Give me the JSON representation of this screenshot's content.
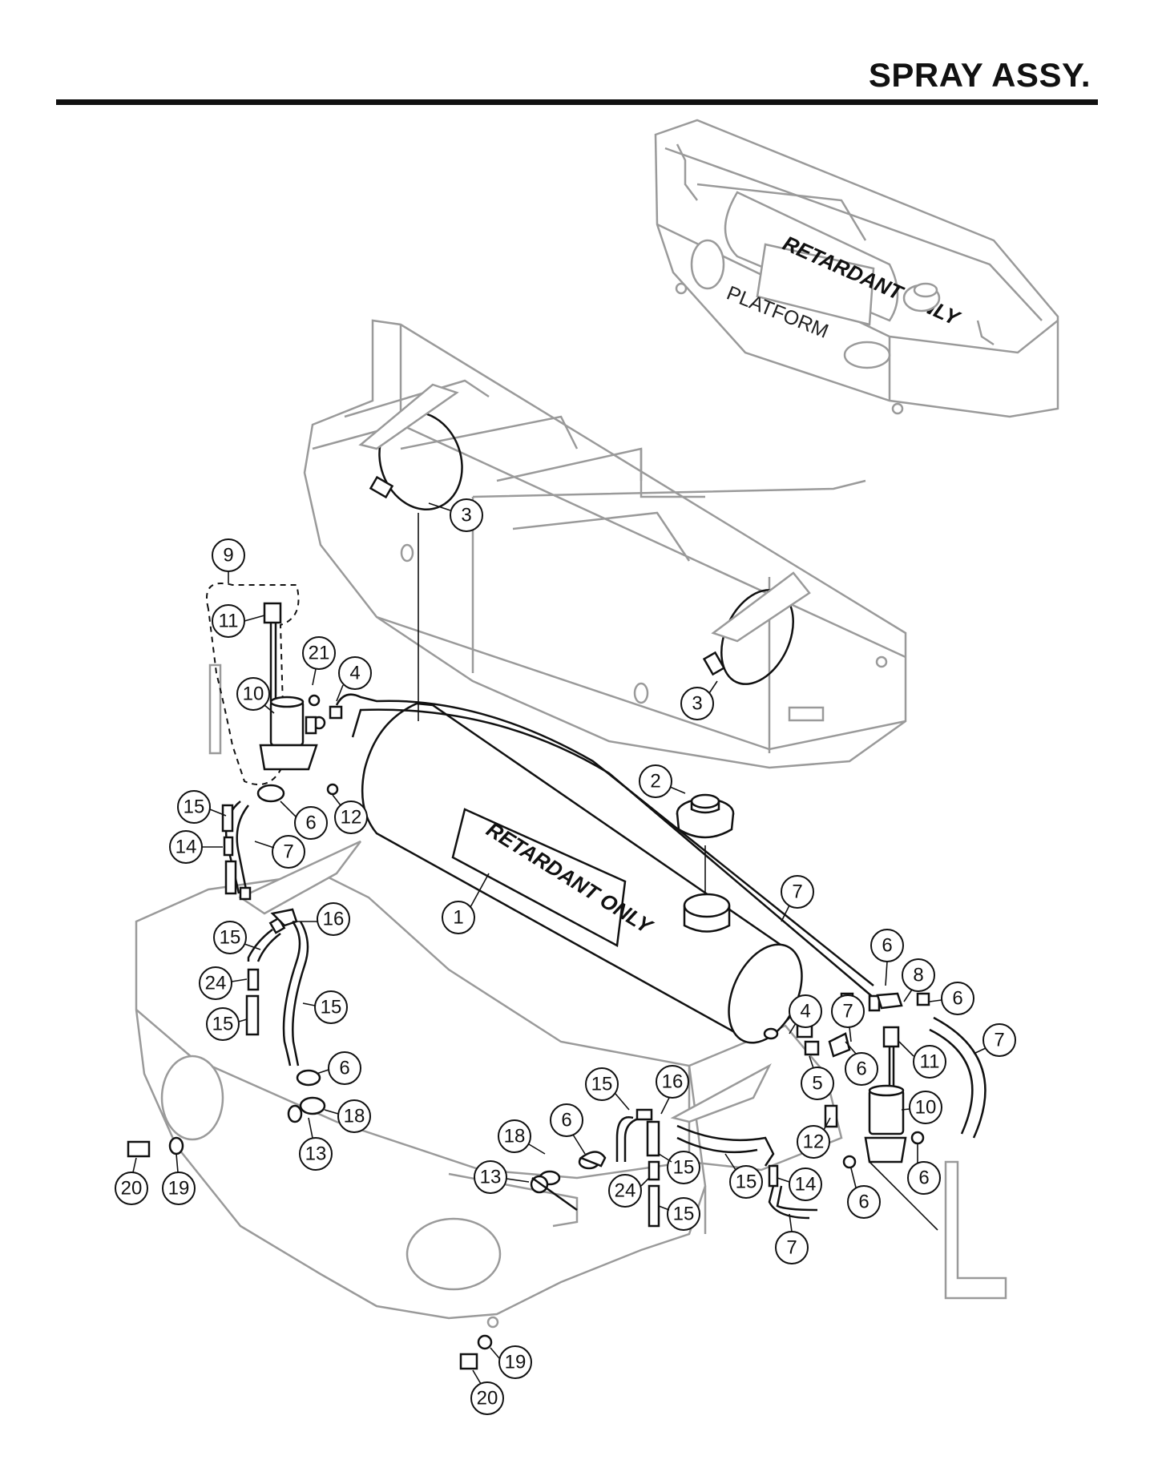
{
  "title": "SPRAY ASSY.",
  "labels": {
    "platform": "PLATFORM",
    "tank_decal": "RETARDANT ONLY",
    "inset_tank_decal": "RETARDANT ONLY"
  },
  "callouts": [
    {
      "id": "c1",
      "num": "1"
    },
    {
      "id": "c2",
      "num": "2"
    },
    {
      "id": "c3a",
      "num": "3"
    },
    {
      "id": "c3b",
      "num": "3"
    },
    {
      "id": "c4a",
      "num": "4"
    },
    {
      "id": "c4b",
      "num": "4"
    },
    {
      "id": "c5",
      "num": "5"
    },
    {
      "id": "c6a",
      "num": "6"
    },
    {
      "id": "c6b",
      "num": "6"
    },
    {
      "id": "c6c",
      "num": "6"
    },
    {
      "id": "c6d",
      "num": "6"
    },
    {
      "id": "c6e",
      "num": "6"
    },
    {
      "id": "c6f",
      "num": "6"
    },
    {
      "id": "c6g",
      "num": "6"
    },
    {
      "id": "c6h",
      "num": "6"
    },
    {
      "id": "c7a",
      "num": "7"
    },
    {
      "id": "c7b",
      "num": "7"
    },
    {
      "id": "c7c",
      "num": "7"
    },
    {
      "id": "c7d",
      "num": "7"
    },
    {
      "id": "c7e",
      "num": "7"
    },
    {
      "id": "c8",
      "num": "8"
    },
    {
      "id": "c9",
      "num": "9"
    },
    {
      "id": "c10a",
      "num": "10"
    },
    {
      "id": "c10b",
      "num": "10"
    },
    {
      "id": "c11a",
      "num": "11"
    },
    {
      "id": "c11b",
      "num": "11"
    },
    {
      "id": "c12a",
      "num": "12"
    },
    {
      "id": "c12b",
      "num": "12"
    },
    {
      "id": "c13a",
      "num": "13"
    },
    {
      "id": "c13b",
      "num": "13"
    },
    {
      "id": "c14a",
      "num": "14"
    },
    {
      "id": "c14b",
      "num": "14"
    },
    {
      "id": "c15a",
      "num": "15"
    },
    {
      "id": "c15b",
      "num": "15"
    },
    {
      "id": "c15c",
      "num": "15"
    },
    {
      "id": "c15d",
      "num": "15"
    },
    {
      "id": "c15e",
      "num": "15"
    },
    {
      "id": "c15f",
      "num": "15"
    },
    {
      "id": "c15g",
      "num": "15"
    },
    {
      "id": "c15h",
      "num": "15"
    },
    {
      "id": "c16a",
      "num": "16"
    },
    {
      "id": "c16b",
      "num": "16"
    },
    {
      "id": "c18a",
      "num": "18"
    },
    {
      "id": "c18b",
      "num": "18"
    },
    {
      "id": "c19a",
      "num": "19"
    },
    {
      "id": "c19b",
      "num": "19"
    },
    {
      "id": "c20a",
      "num": "20"
    },
    {
      "id": "c20b",
      "num": "20"
    },
    {
      "id": "c21",
      "num": "21"
    },
    {
      "id": "c24a",
      "num": "24"
    },
    {
      "id": "c24b",
      "num": "24"
    }
  ]
}
